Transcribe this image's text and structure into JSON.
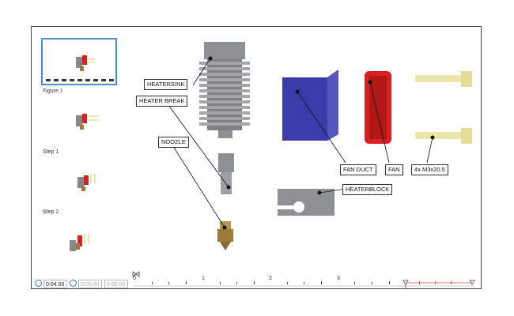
{
  "thumbnails": [
    {
      "label": "Figure 1",
      "selected": true
    },
    {
      "label": "Step 1",
      "selected": false
    },
    {
      "label": "Step 2",
      "selected": false
    },
    {
      "label": "",
      "selected": false
    }
  ],
  "callouts": {
    "heatersink": "HEATERSINK",
    "heater_break": "HEATER BREAK",
    "noozle": "NOOZLE",
    "fan_duct": "FAN DUCT",
    "fan": "FAN",
    "screws": "4x M3x20.5",
    "heaterblock": "HEATERBLOCK"
  },
  "timeline": {
    "current_time": "0:04.00",
    "start_time": "0:00.00",
    "end_time": "0:00.00",
    "ticks": [
      "0",
      "1",
      "2",
      "3"
    ]
  },
  "colors": {
    "thumb_border": "#4a90c8",
    "fan_duct": "#3a3aa8",
    "fan": "#d82020",
    "screw": "#ece6a8",
    "metal": "#8d9196",
    "brass": "#9b7a3a",
    "timeline_red": "#d44"
  }
}
